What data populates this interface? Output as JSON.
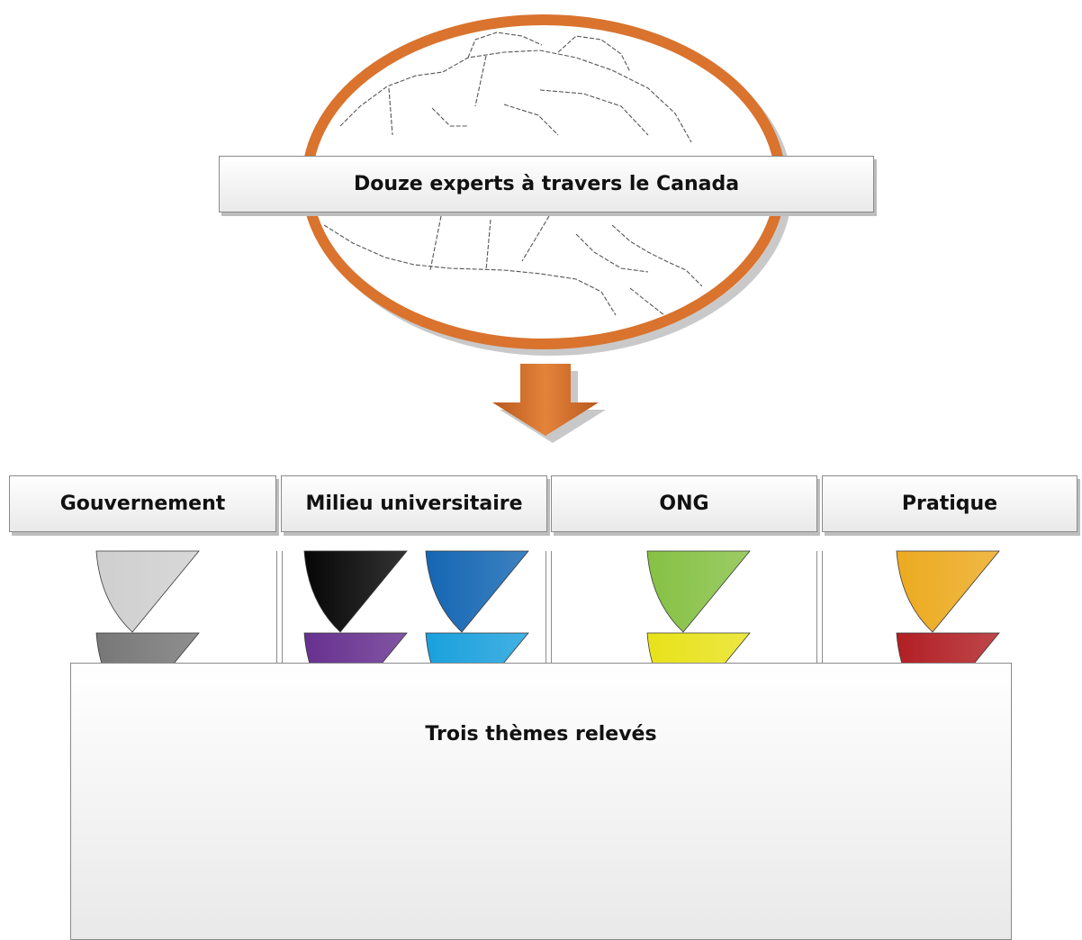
{
  "title_box": {
    "label": "Douze experts à travers le Canada"
  },
  "categories": [
    {
      "id": "gouvernement",
      "label": "Gouvernement"
    },
    {
      "id": "milieu-universitaire",
      "label": "Milieu universitaire"
    },
    {
      "id": "ong",
      "label": "ONG"
    },
    {
      "id": "pratique",
      "label": "Pratique"
    }
  ],
  "experts": {
    "gouvernement": [
      "#cfcfcf",
      "#777777"
    ],
    "milieu-universitaire": [
      "#060606",
      "#1466b3",
      "#67308f",
      "#1aa0dd",
      "#1a2257",
      "#1ca348"
    ],
    "ong": [
      "#86c144",
      "#e8e21a"
    ],
    "pratique": [
      "#ecaa1f",
      "#b11f24"
    ]
  },
  "footer_box": {
    "label": "Trois thèmes relevés"
  },
  "colors": {
    "accent_orange": "#d2702a",
    "ring_orange": "#d9732e",
    "box_border": "#8a8a8a"
  }
}
